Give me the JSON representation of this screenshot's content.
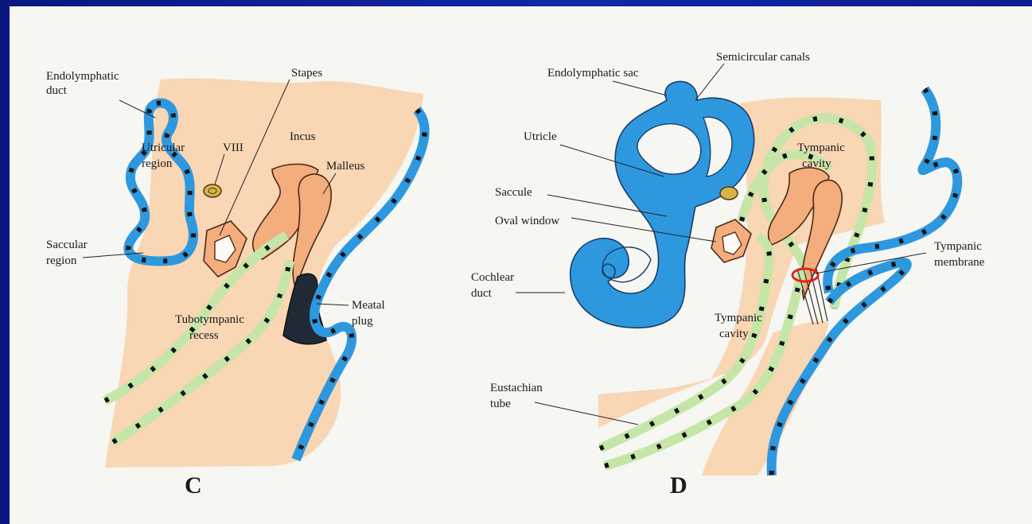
{
  "figure": {
    "panels": [
      {
        "letter": "C",
        "labels": {
          "endolymphatic_duct": [
            "Endolymphatic",
            "duct"
          ],
          "utricular_region": [
            "Utricular",
            "region"
          ],
          "viii": "VIII",
          "stapes": "Stapes",
          "incus": "Incus",
          "malleus": "Malleus",
          "saccular_region": [
            "Saccular",
            "region"
          ],
          "tubotympanic_recess": [
            "Tubotympanic",
            "recess"
          ],
          "meatal_plug": [
            "Meatal",
            "plug"
          ]
        }
      },
      {
        "letter": "D",
        "labels": {
          "endolymphatic_sac": "Endolymphatic sac",
          "semicircular_canals": "Semicircular canals",
          "utricle": "Utricle",
          "saccule": "Saccule",
          "oval_window": "Oval window",
          "cochlear_duct": [
            "Cochlear",
            "duct"
          ],
          "tympanic_cavity_upper": [
            "Tympanic",
            "cavity"
          ],
          "tympanic_cavity_lower": [
            "Tympanic",
            "cavity"
          ],
          "tympanic_membrane": [
            "Tympanic",
            "membrane"
          ],
          "eustachian_tube": [
            "Eustachian",
            "tube"
          ]
        }
      }
    ]
  },
  "colors": {
    "slide_background": "#1327a8",
    "figure_background": "#f6f6f3",
    "tissue": "#f9d6b4",
    "ossicle": "#f4ad7d",
    "ectoderm_blue": "#2e98df",
    "endoderm_green": "#c6e6a8",
    "meatal_plug": "#1f2a36",
    "membrane_ring": "#e02020"
  }
}
